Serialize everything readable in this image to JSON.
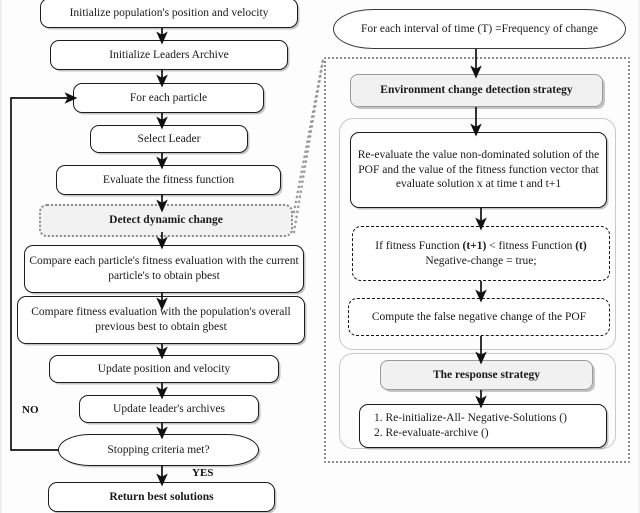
{
  "diagram": {
    "title": "Dynamic MOPSO flowchart with environment change detection and response strategy",
    "colors": {
      "line": "#1c1c1c",
      "shaded_fill": "#f1f1f1",
      "dotted_border": "#8c8c8c",
      "group_border": "#c9c9c9",
      "background": "#fdfdfd"
    }
  },
  "left_flow": {
    "nodes": [
      {
        "id": "init-population",
        "label": "Initialize population's position and velocity",
        "shape": "process"
      },
      {
        "id": "init-archive",
        "label": "Initialize Leaders Archive",
        "shape": "process"
      },
      {
        "id": "for-each-particle",
        "label": "For each particle",
        "shape": "process"
      },
      {
        "id": "select-leader",
        "label": "Select Leader",
        "shape": "process"
      },
      {
        "id": "evaluate-fitness",
        "label": "Evaluate the fitness function",
        "shape": "process"
      },
      {
        "id": "detect-dynamic-change",
        "label": "Detect dynamic change",
        "shape": "dotted-shaded"
      },
      {
        "id": "compare-pbest",
        "line1": "Compare each particle's fitness evaluation with",
        "line2": "the current particle's to obtain pbest",
        "shape": "process"
      },
      {
        "id": "compare-gbest",
        "line1": "Compare fitness evaluation with the population's",
        "line2": "overall previous best to obtain gbest",
        "shape": "process"
      },
      {
        "id": "update-position-velocity",
        "label": "Update position and velocity",
        "shape": "process"
      },
      {
        "id": "update-leader-archives",
        "label": "Update leader's archives",
        "shape": "process"
      },
      {
        "id": "stopping-criteria",
        "label": "Stopping criteria met?",
        "shape": "decision-oval"
      },
      {
        "id": "return-best",
        "label": "Return best solutions",
        "shape": "process-bold"
      }
    ],
    "edge_labels": {
      "no": "NO",
      "yes": "YES"
    }
  },
  "right_flow": {
    "entry": {
      "id": "interval-of-time",
      "label": "For each interval of time (T) =Frequency of change",
      "shape": "oval"
    },
    "detection_group": {
      "header": {
        "id": "environment-change-detection-strategy",
        "label": "Environment change detection strategy",
        "shape": "shaded"
      },
      "nodes": [
        {
          "id": "re-evaluate-pof",
          "line1": "Re-evaluate the value non-dominated solution",
          "line2": "of the POF and the value of the fitness function",
          "line3": "vector that evaluate solution x at time t and t+1",
          "shape": "process"
        },
        {
          "id": "negative-change-condition",
          "line1_pre": "If fitness Function ",
          "line1_bold1": "(t+1)",
          "line1_mid": " < fitness Function ",
          "line1_bold2": "(t)",
          "line2": "Negative-change = true;",
          "shape": "dashed"
        },
        {
          "id": "compute-false-negative",
          "label": "Compute the false negative change of the POF",
          "shape": "dashed"
        }
      ]
    },
    "response_group": {
      "header": {
        "id": "the-response-strategy",
        "label": "The response strategy",
        "shape": "shaded"
      },
      "actions": {
        "id": "response-actions",
        "items": [
          "1. Re-initialize-All- Negative-Solutions ()",
          "2. Re-evaluate-archive ()"
        ]
      }
    }
  }
}
